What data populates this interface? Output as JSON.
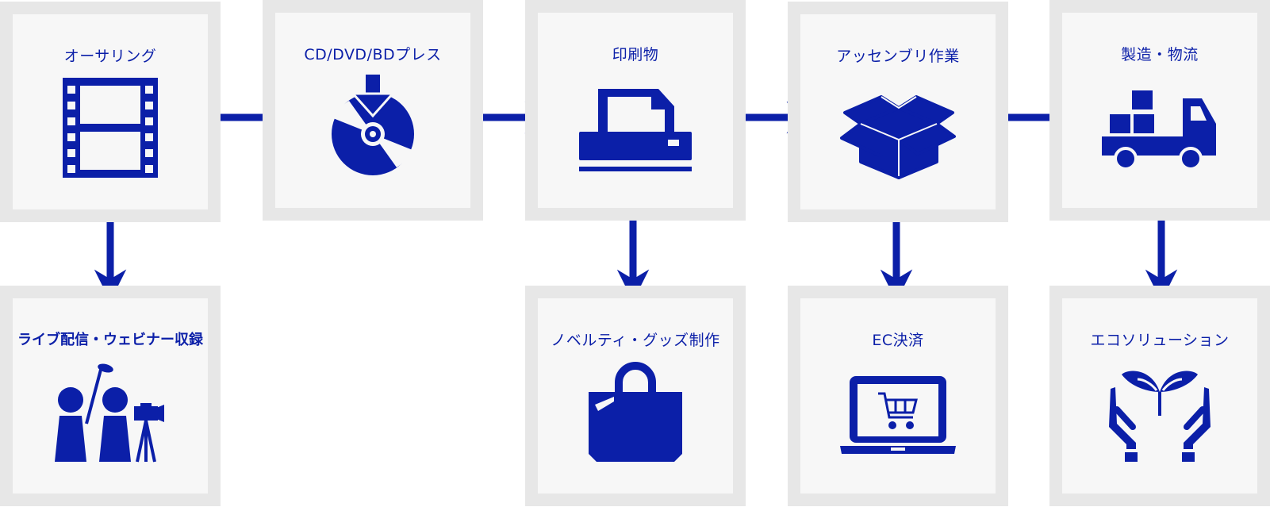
{
  "colors": {
    "accent": "#0b1fa8",
    "box_fill": "#f7f7f7",
    "box_border": "#e7e7e7"
  },
  "nodes": {
    "authoring": {
      "label": "オーサリング",
      "icon": "film-strip-icon"
    },
    "press": {
      "label": "CD/DVD/BDプレス",
      "icon": "disc-download-icon"
    },
    "print": {
      "label": "印刷物",
      "icon": "printer-icon"
    },
    "assembly": {
      "label": "アッセンブリ作業",
      "icon": "open-box-icon"
    },
    "logistics": {
      "label": "製造・物流",
      "icon": "delivery-truck-icon"
    },
    "live": {
      "label": "ライブ配信・ウェビナー収録",
      "icon": "camera-crew-icon"
    },
    "novelty": {
      "label": "ノベルティ・グッズ制作",
      "icon": "tote-bag-icon"
    },
    "ec": {
      "label": "EC決済",
      "icon": "laptop-cart-icon"
    },
    "eco": {
      "label": "エコソリューション",
      "icon": "hands-sprout-icon"
    }
  }
}
